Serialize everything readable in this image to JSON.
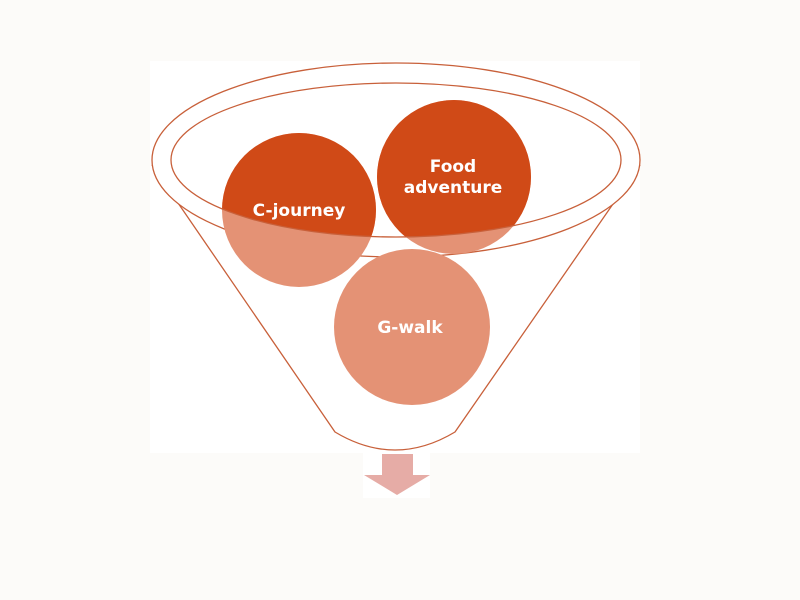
{
  "diagram": {
    "type": "funnel",
    "items": [
      {
        "label_lines": [
          "C-journey"
        ]
      },
      {
        "label_lines": [
          "Food",
          "adventure"
        ]
      },
      {
        "label_lines": [
          "G-walk"
        ]
      }
    ],
    "colors": {
      "rim": "#c8603a",
      "circle_inside": "#d04a17",
      "circle_outside": "#e49275",
      "arrow": "#e6aca6"
    }
  }
}
